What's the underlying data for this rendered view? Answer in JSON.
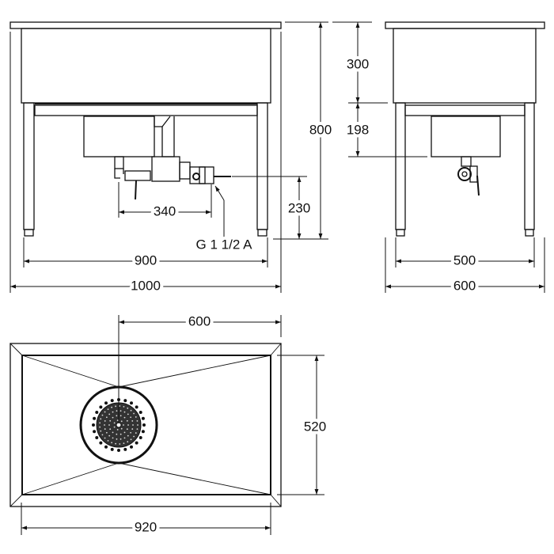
{
  "front_view": {
    "dim_width_total": "1000",
    "dim_leg_spacing": "900",
    "dim_height": "800",
    "dim_outlet_height": "230",
    "dim_outlet_offset": "340",
    "thread_label": "G 1 1/2 A"
  },
  "side_view": {
    "dim_basin_depth": "300",
    "dim_trap_depth": "198",
    "dim_leg_spacing": "500",
    "dim_depth_total": "600"
  },
  "top_view": {
    "dim_drain_offset": "600",
    "dim_inner_depth": "520",
    "dim_inner_width": "920"
  },
  "colors": {
    "line": "#111111",
    "background": "#ffffff"
  }
}
